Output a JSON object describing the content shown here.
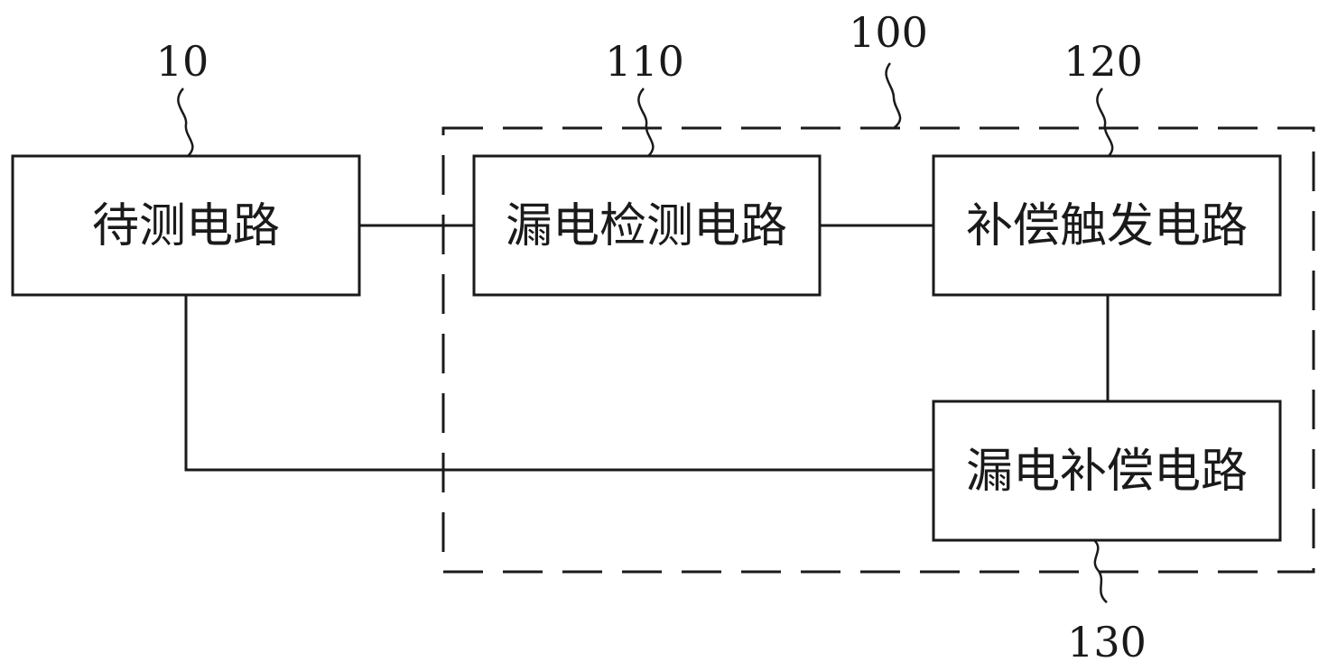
{
  "diagram": {
    "blocks": {
      "circuit_under_test": {
        "label": "待测电路",
        "ref": "10"
      },
      "leak_detection": {
        "label": "漏电检测电路",
        "ref": "110"
      },
      "compensation_trigger": {
        "label": "补偿触发电路",
        "ref": "120"
      },
      "leak_compensation": {
        "label": "漏电补偿电路",
        "ref": "130"
      }
    },
    "module": {
      "ref": "100"
    },
    "colors": {
      "stroke": "#1a1a1a",
      "background": "#ffffff"
    }
  }
}
